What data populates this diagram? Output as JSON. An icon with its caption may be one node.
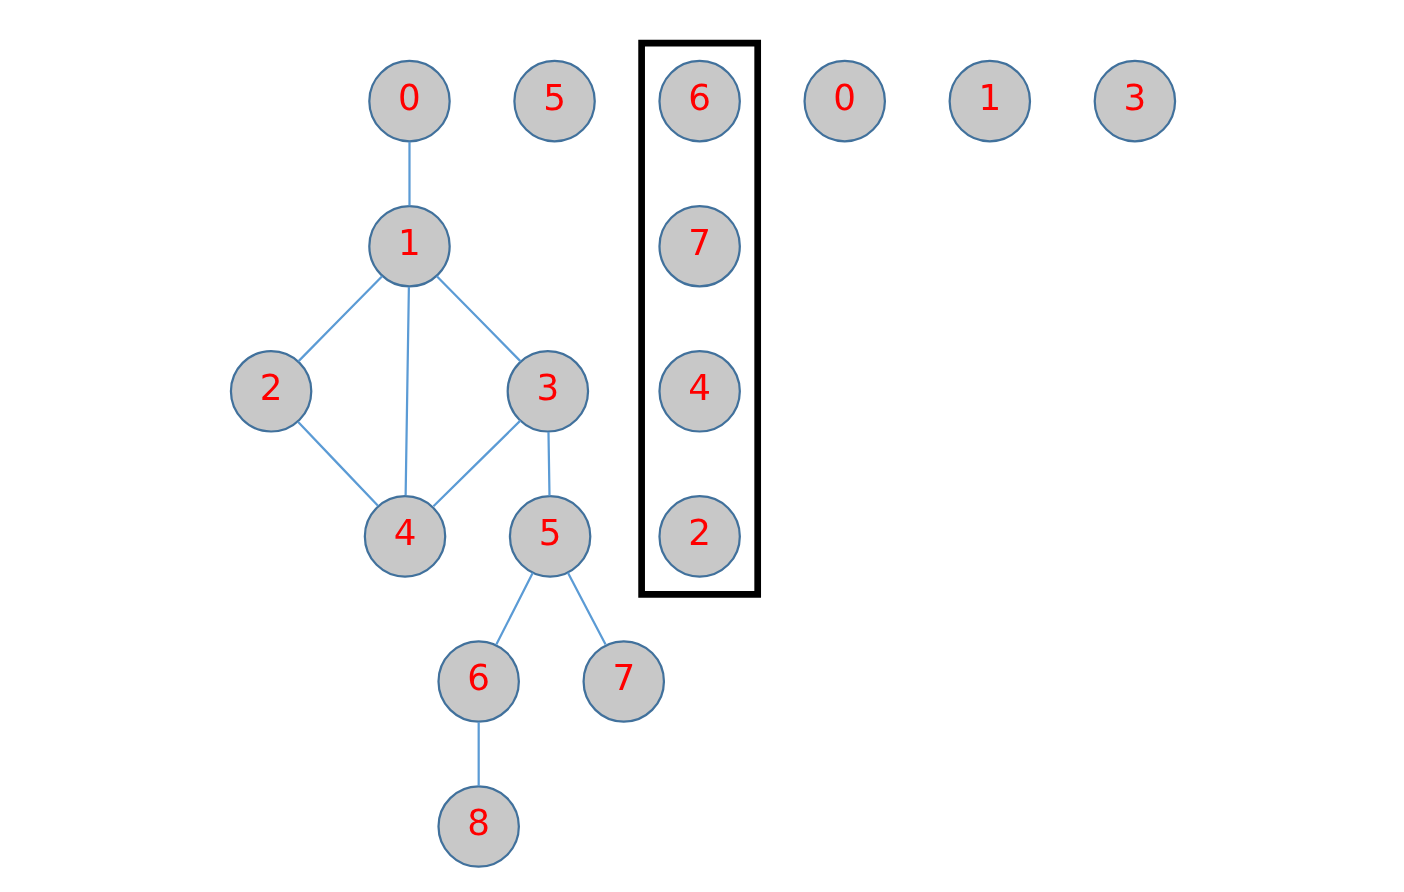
{
  "diagram": {
    "nodes": [
      {
        "text": [
          "0"
        ]
      },
      {
        "text": [
          "1"
        ]
      },
      {
        "text": [
          "2"
        ]
      },
      {
        "text": [
          "3"
        ]
      },
      {
        "text": [
          "4"
        ]
      },
      {
        "text": [
          "5"
        ]
      },
      {
        "text": [
          "6"
        ]
      },
      {
        "text": [
          "7"
        ]
      },
      {
        "text": [
          "8"
        ]
      },
      {
        "text": [
          "5"
        ]
      },
      {
        "text": [],
        "shape": "box"
      },
      {
        "text": [
          "6"
        ],
        "in": 10
      },
      {
        "text": [
          "7"
        ],
        "in": 10
      },
      {
        "text": [
          "4"
        ],
        "in": 10
      },
      {
        "text": [
          "2"
        ],
        "in": 10
      },
      {
        "text": [
          "0"
        ]
      },
      {
        "text": [
          "1"
        ]
      },
      {
        "text": [
          "3"
        ]
      }
    ],
    "edges": [
      {
        "from": 0,
        "to": 1,
        "arrow": "none"
      },
      {
        "from": 1,
        "to": 3,
        "arrow": "none"
      },
      {
        "from": 1,
        "to": 2,
        "arrow": "none"
      },
      {
        "from": 1,
        "to": 4,
        "arrow": "none"
      },
      {
        "from": 2,
        "to": 4,
        "arrow": "none"
      },
      {
        "from": 3,
        "to": 4,
        "arrow": "none"
      },
      {
        "from": 3,
        "to": 5,
        "arrow": "none"
      },
      {
        "from": 5,
        "to": 7,
        "arrow": "none"
      },
      {
        "from": 5,
        "to": 6,
        "arrow": "none"
      },
      {
        "from": 6,
        "to": 8,
        "arrow": "none"
      }
    ]
  }
}
